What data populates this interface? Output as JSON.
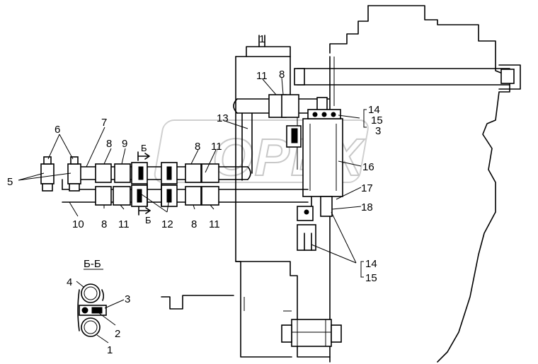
{
  "watermark": "OPEX",
  "section_title": "Б-Б",
  "section_markers": [
    "Б",
    "Б"
  ],
  "top_mark": "1",
  "callouts": {
    "c1": "1",
    "c2": "2",
    "c3": "3",
    "c4": "4",
    "c5": "5",
    "c6": "6",
    "c7": "7",
    "c8a": "8",
    "c8b": "8",
    "c8c": "8",
    "c8d": "8",
    "c8e": "8",
    "c9": "9",
    "c10": "10",
    "c11a": "11",
    "c11b": "11",
    "c11c": "11",
    "c11d": "11",
    "c12": "12",
    "c13": "13",
    "c14a": "14",
    "c15a": "15",
    "c3b": "3",
    "c16": "16",
    "c17": "17",
    "c18": "18",
    "c14b": "14",
    "c15b": "15"
  }
}
